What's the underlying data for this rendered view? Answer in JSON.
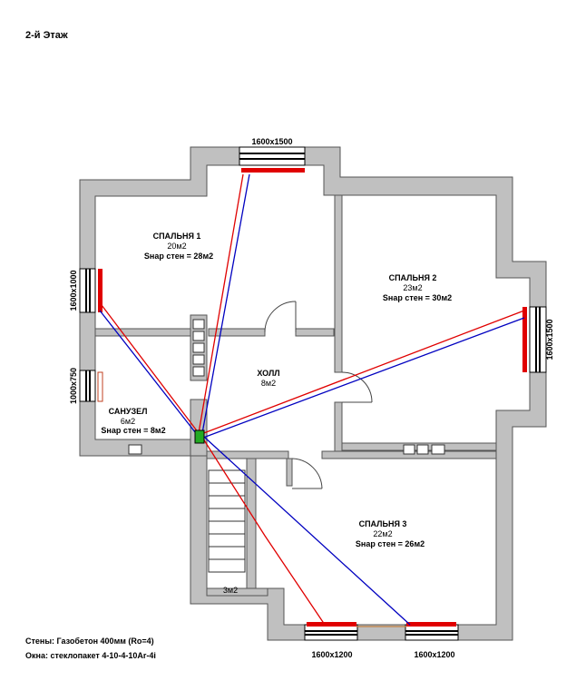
{
  "floor_title": "2-й Этаж",
  "rooms": {
    "bedroom1": {
      "name": "СПАЛЬНЯ 1",
      "area": "20м2",
      "wall_area": "Sнар стен = 28м2"
    },
    "bedroom2": {
      "name": "СПАЛЬНЯ 2",
      "area": "23м2",
      "wall_area": "Sнар стен = 30м2"
    },
    "bedroom3": {
      "name": "СПАЛЬНЯ 3",
      "area": "22м2",
      "wall_area": "Sнар стен = 26м2"
    },
    "hall": {
      "name": "ХОЛЛ",
      "area": "8м2"
    },
    "bathroom": {
      "name": "САНУЗЕЛ",
      "area": "6м2",
      "wall_area": "Sнар стен = 8м2"
    },
    "stair": {
      "area": "3м2"
    }
  },
  "windows": {
    "top": "1600x1500",
    "left_bedroom": "1600x1000",
    "left_bathroom": "1000x750",
    "right": "1600x1500",
    "bottom_left": "1600x1200",
    "bottom_right": "1600x1200"
  },
  "notes": {
    "walls": "Стены: Газобетон 400мм (Ro=4)",
    "glazing": "Окна: стеклопакет 4-10-4-10Ar-4i"
  },
  "colors": {
    "wall": "#c0c0c0",
    "radiator": "#e00000",
    "supply_pipe": "#e00000",
    "return_pipe": "#0000c0",
    "boiler": "#22aa22"
  }
}
